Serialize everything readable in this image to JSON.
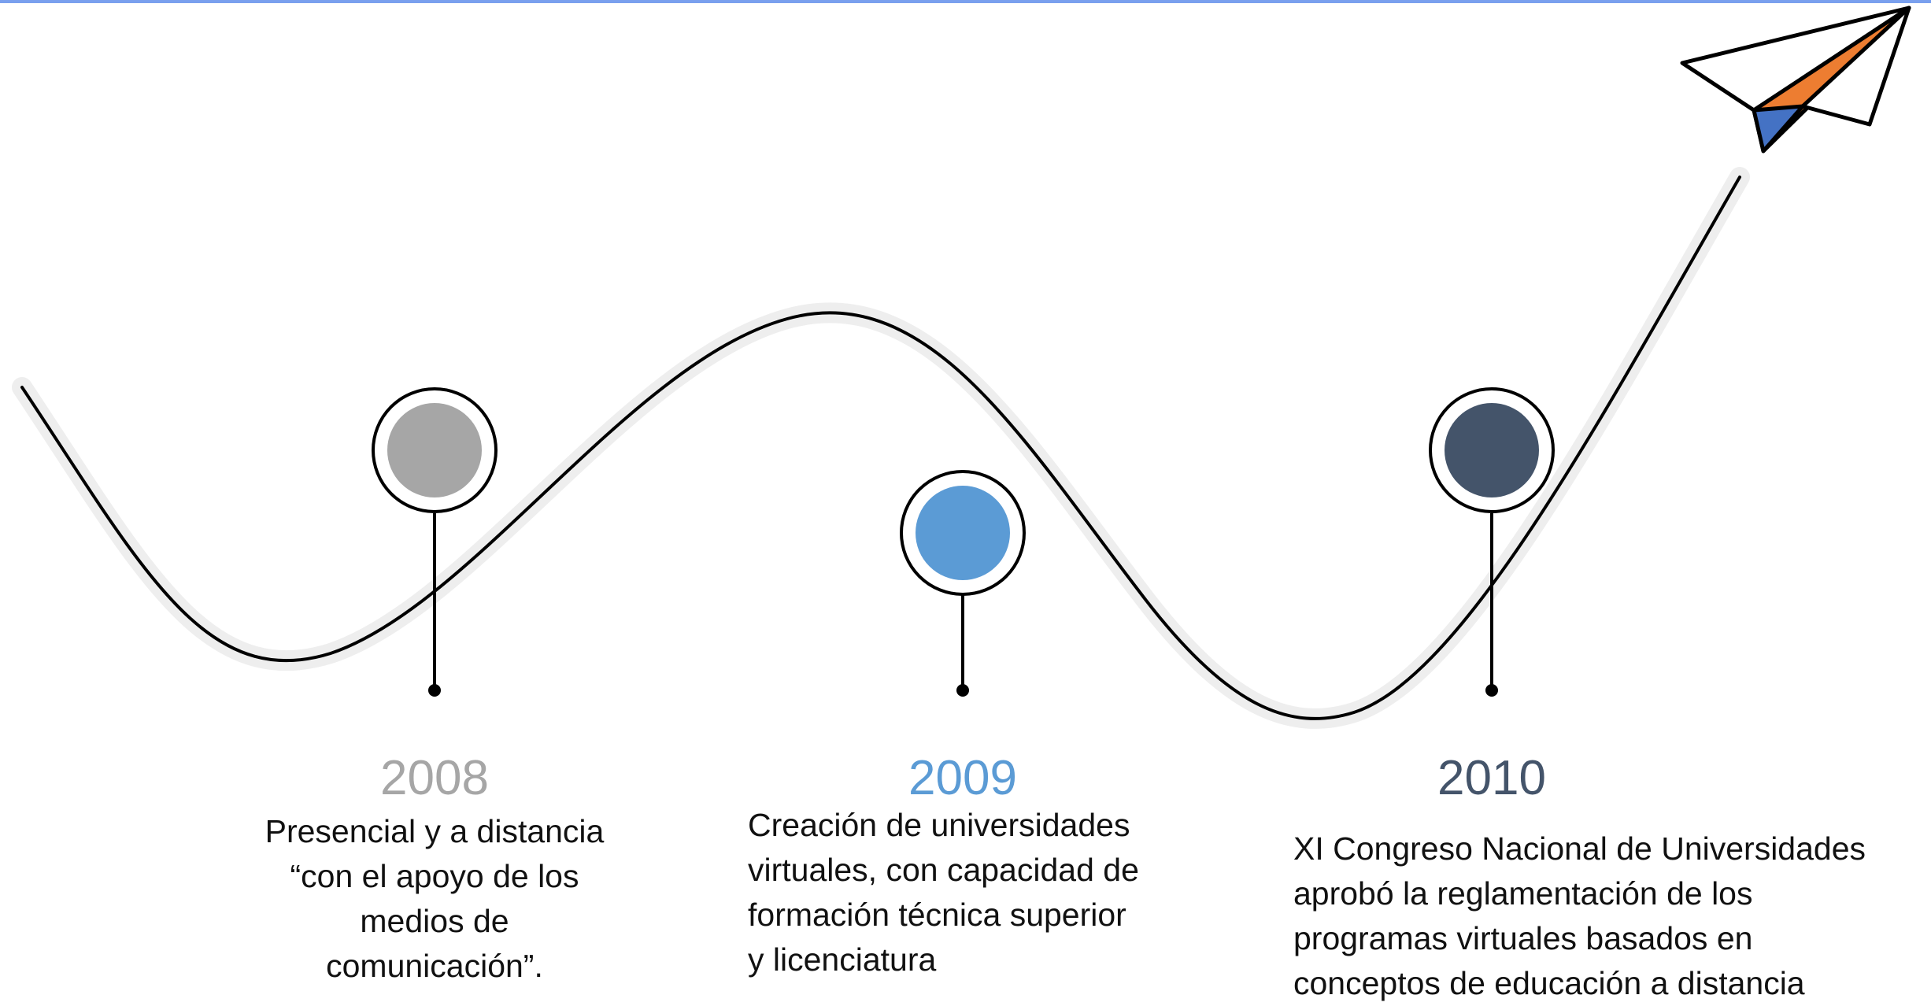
{
  "colors": {
    "accent_rule": "#7aa0ee",
    "wave_line": "#000000",
    "wave_shadow": "#eeeeee",
    "milestone_2008": "#a6a6a6",
    "milestone_2009": "#5b9bd5",
    "milestone_2010": "#44546a",
    "plane_orange": "#ed7d31",
    "plane_blue": "#4472c4"
  },
  "milestones": [
    {
      "year": "2008",
      "color": "#a6a6a6",
      "lines": [
        "Presencial y a distancia",
        "“con el apoyo de los",
        "medios de",
        "comunicación”."
      ]
    },
    {
      "year": "2009",
      "color": "#5b9bd5",
      "lines": [
        "Creación de universidades",
        "virtuales, con capacidad de",
        "formación técnica superior",
        "y licenciatura"
      ]
    },
    {
      "year": "2010",
      "color": "#44546a",
      "lines": [
        "XI Congreso Nacional de Universidades",
        "aprobó la reglamentación  de los",
        "programas virtuales basados en",
        "conceptos de educación a distancia"
      ]
    }
  ],
  "decorations": {
    "icon": "paper-plane-icon"
  }
}
